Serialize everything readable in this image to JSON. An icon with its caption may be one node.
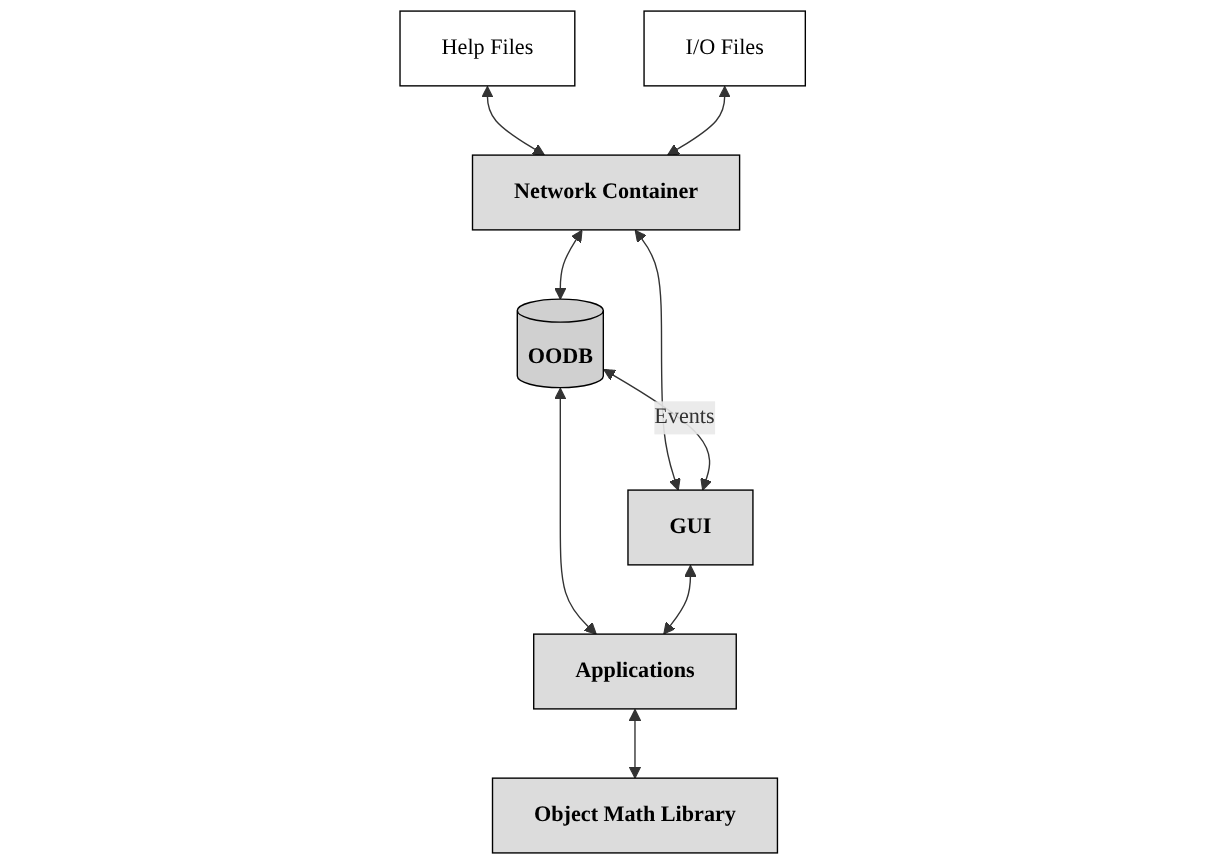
{
  "diagram": {
    "nodes": [
      {
        "text": [
          "Help Files"
        ]
      },
      {
        "text": [
          "I/O Files"
        ]
      },
      {
        "text": [
          "Network Container"
        ]
      },
      {
        "text": [
          "OODB"
        ]
      },
      {
        "text": [
          "GUI"
        ]
      },
      {
        "text": [
          "Applications"
        ]
      },
      {
        "text": [
          "Object Math Library"
        ]
      }
    ],
    "edges": [
      {
        "from": 0,
        "to": 2,
        "arrow": "both"
      },
      {
        "from": 1,
        "to": 2,
        "arrow": "both"
      },
      {
        "from": 2,
        "to": 3,
        "arrow": "both"
      },
      {
        "from": 2,
        "to": 4,
        "arrow": "both"
      },
      {
        "from": 3,
        "to": 4,
        "arrow": "both",
        "label": "Events"
      },
      {
        "from": 3,
        "to": 5,
        "arrow": "both"
      },
      {
        "from": 4,
        "to": 5,
        "arrow": "both"
      },
      {
        "from": 5,
        "to": 6,
        "arrow": "both"
      }
    ]
  }
}
